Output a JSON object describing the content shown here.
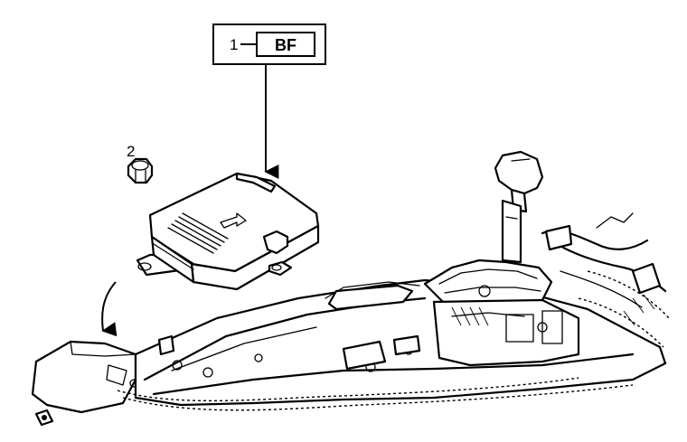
{
  "callouts": [
    {
      "number": "1",
      "code": "BF"
    },
    {
      "number": "2"
    }
  ],
  "colors": {
    "line": "#000000",
    "background": "#ffffff"
  }
}
